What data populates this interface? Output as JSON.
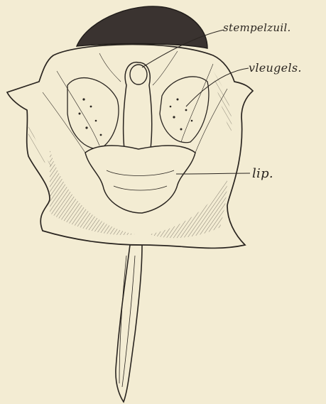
{
  "labels": {
    "stempelzuil": "stempelzuil.",
    "vleugels": "vleugels.",
    "lip": "lip."
  },
  "colors": {
    "paper": "#f3ecd3",
    "ink": "#2a2520",
    "dark_fill": "#3a3330"
  }
}
